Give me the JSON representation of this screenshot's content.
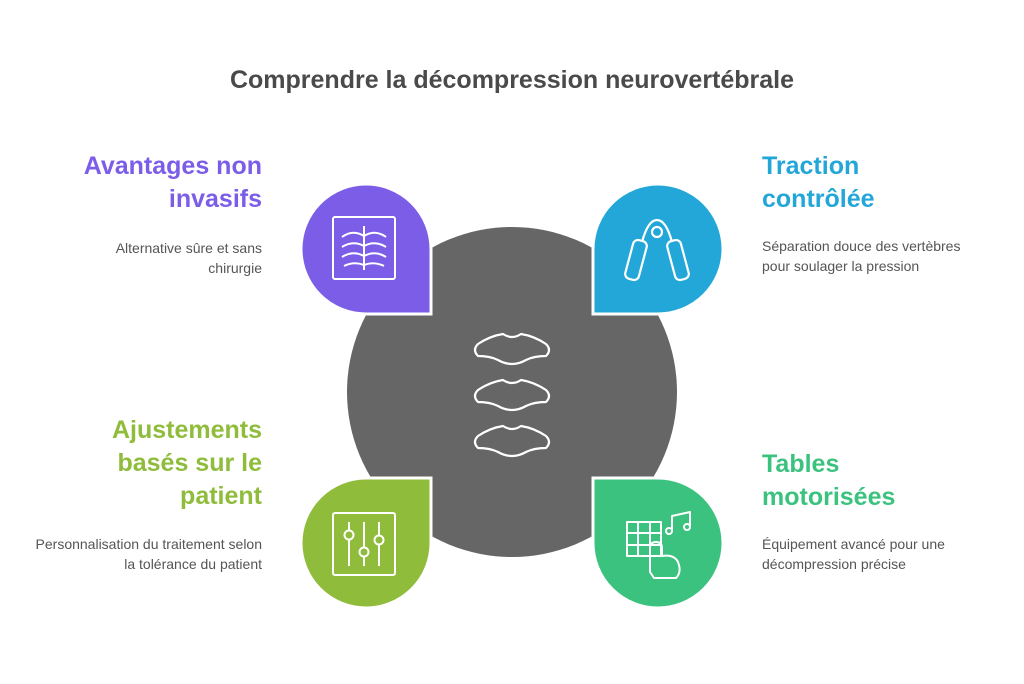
{
  "title": "Comprendre la décompression neurovertébrale",
  "colors": {
    "center": "#666666",
    "purple": "#7b5de8",
    "blue": "#23a7d8",
    "olive": "#8fbc3b",
    "green": "#3cc27f"
  },
  "items": [
    {
      "heading_line1": "Avantages non",
      "heading_line2": "invasifs",
      "heading_line3": "",
      "description": "Alternative sûre et sans chirurgie",
      "color": "#7b5de8",
      "icon": "xray-icon"
    },
    {
      "heading_line1": "Traction",
      "heading_line2": "contrôlée",
      "heading_line3": "",
      "description": "Séparation douce des vertèbres pour soulager la pression",
      "color": "#23a7d8",
      "icon": "hand-gripper-icon"
    },
    {
      "heading_line1": "Ajustements",
      "heading_line2": "basés sur le",
      "heading_line3": "patient",
      "description": "Personnalisation du traitement selon la tolérance du patient",
      "color": "#8fbc3b",
      "icon": "sliders-icon"
    },
    {
      "heading_line1": "Tables",
      "heading_line2": "motorisées",
      "heading_line3": "",
      "description": "Équipement avancé pour une décompression précise",
      "color": "#3cc27f",
      "icon": "touch-grid-music-icon"
    }
  ]
}
